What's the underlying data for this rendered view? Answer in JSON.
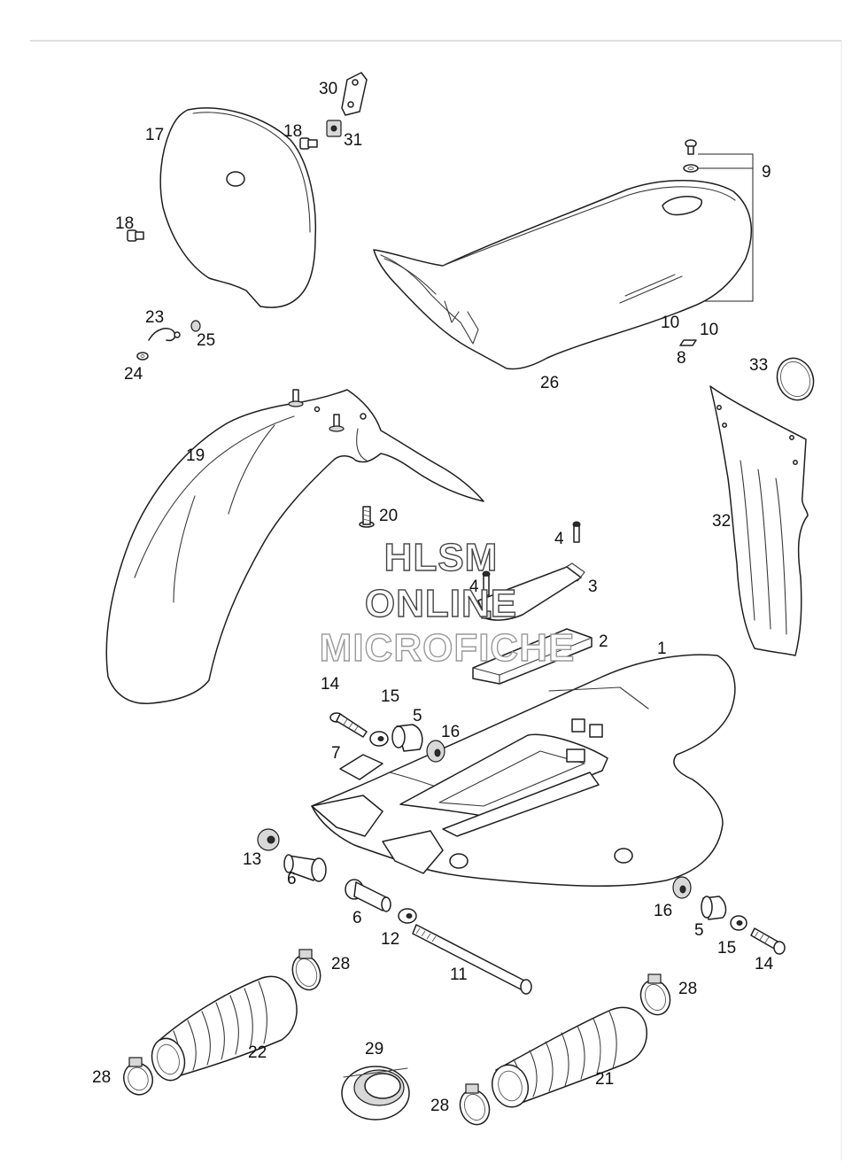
{
  "watermark": {
    "line1": "HLSM",
    "line2": "ONLINE",
    "line3": "MICROFICHE"
  },
  "callouts": {
    "c1": "1",
    "c2": "2",
    "c3": "3",
    "c4a": "4",
    "c4b": "4",
    "c5a": "5",
    "c5b": "5",
    "c6a": "6",
    "c6b": "6",
    "c7": "7",
    "c8": "8",
    "c9": "9",
    "c10a": "10",
    "c10b": "10",
    "c11": "11",
    "c12": "12",
    "c13": "13",
    "c14a": "14",
    "c14b": "14",
    "c15a": "15",
    "c15b": "15",
    "c16a": "16",
    "c16b": "16",
    "c17": "17",
    "c18a": "18",
    "c18b": "18",
    "c19": "19",
    "c20": "20",
    "c21": "21",
    "c22": "22",
    "c23": "23",
    "c24": "24",
    "c25": "25",
    "c26": "26",
    "c28a": "28",
    "c28b": "28",
    "c28c": "28",
    "c28d": "28",
    "c29": "29",
    "c30": "30",
    "c31": "31",
    "c32": "32",
    "c33": "33"
  }
}
